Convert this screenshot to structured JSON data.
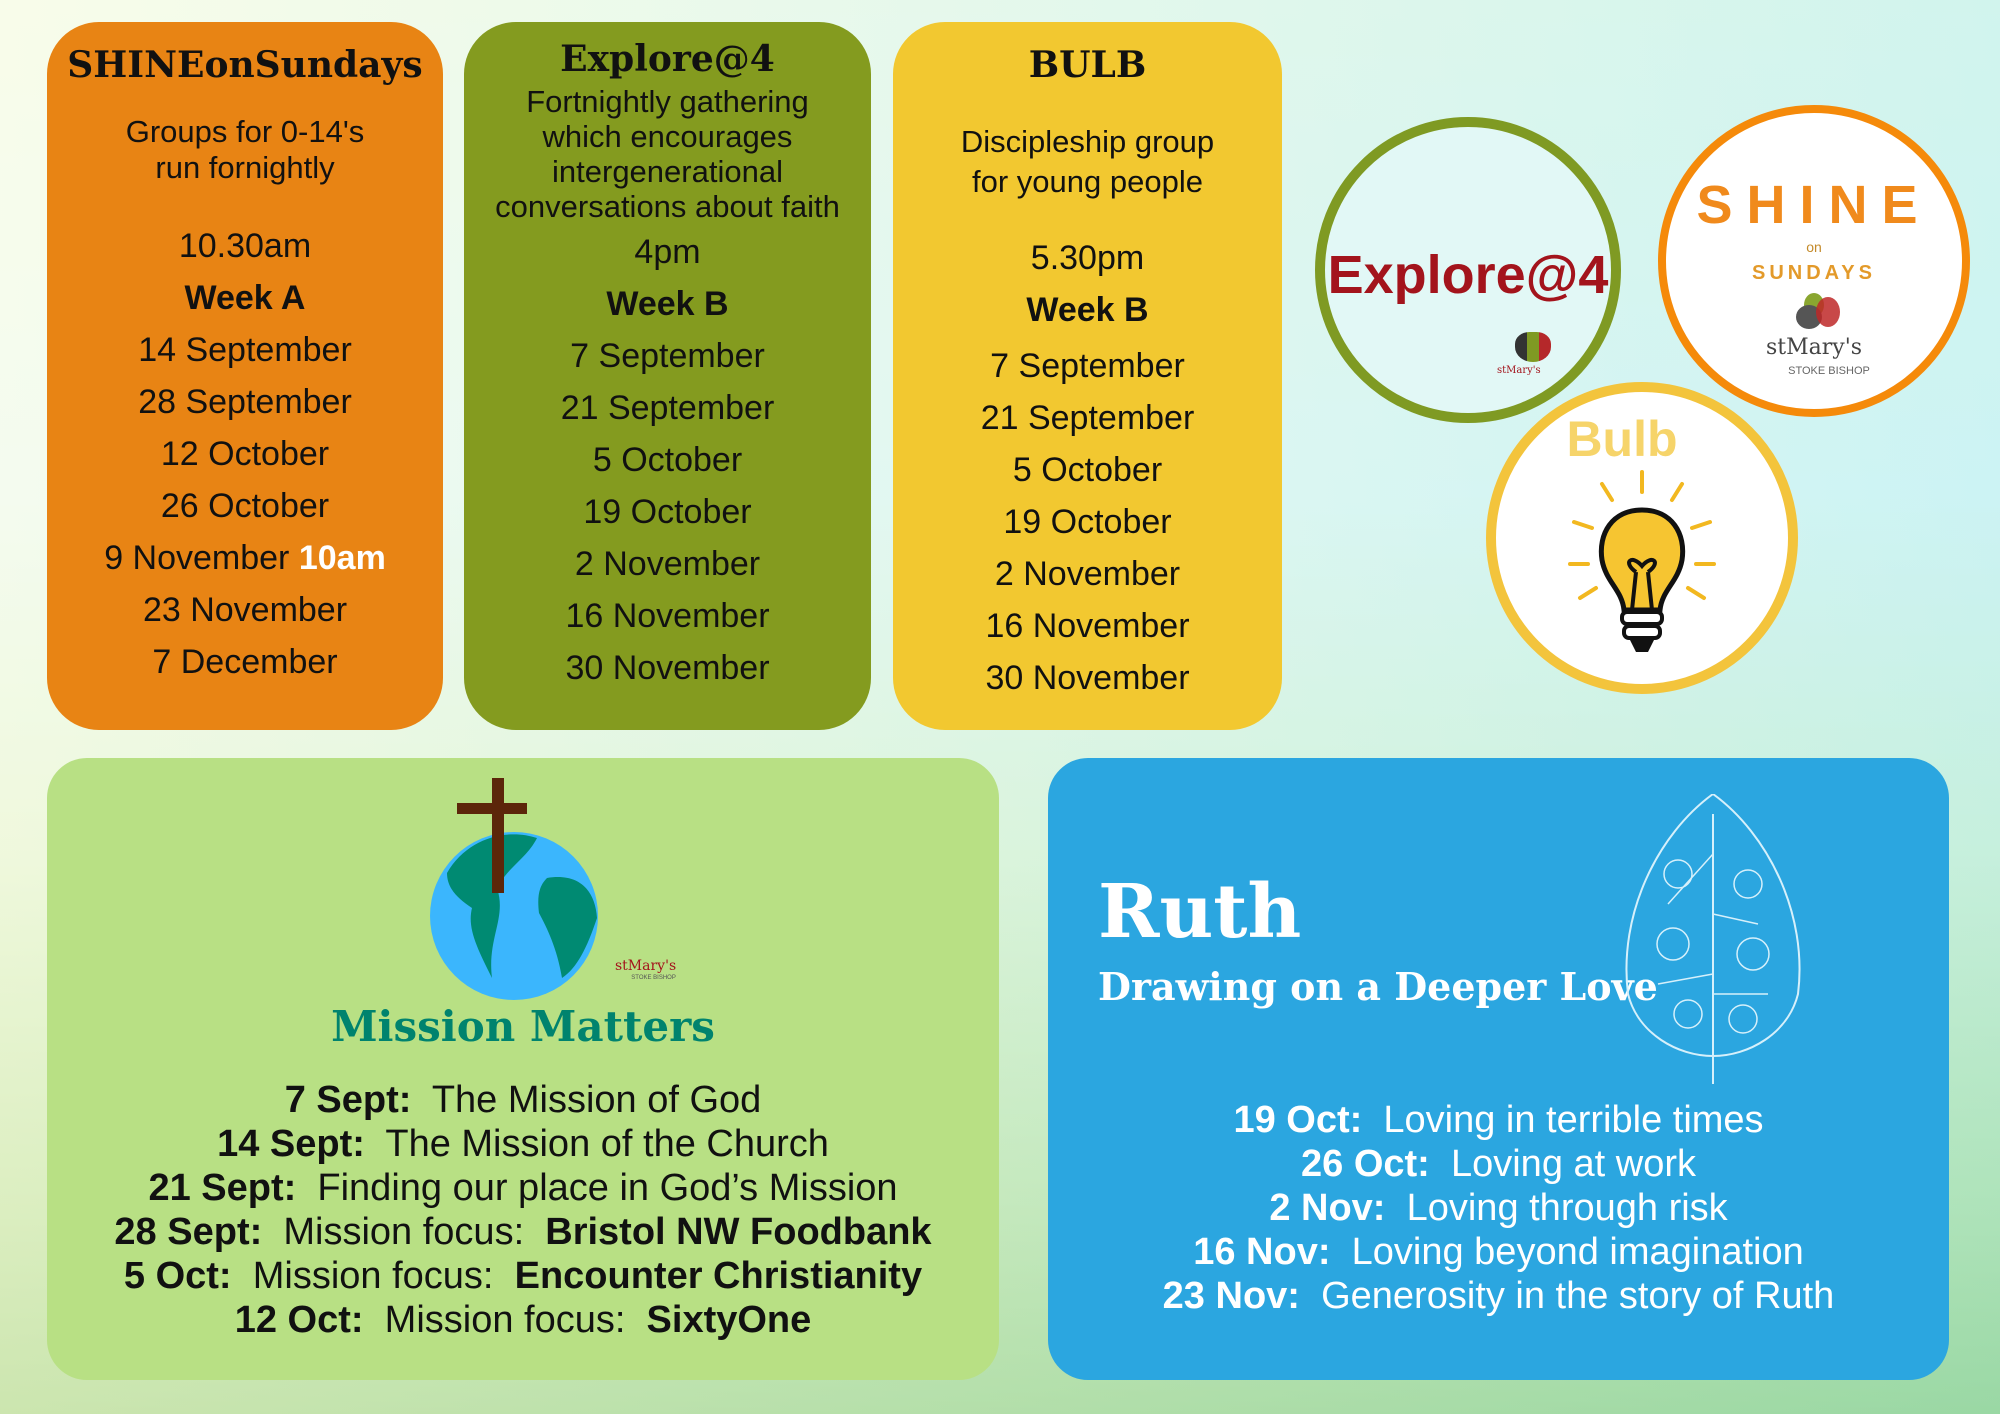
{
  "shine": {
    "title": "SHINEonSundays",
    "desc": [
      "Groups for 0-14's",
      "run fornightly"
    ],
    "time": "10.30am",
    "week": "Week A",
    "dates": [
      "14 September",
      "28 September",
      "12 October",
      "26 October",
      "9 November",
      "23 November",
      "7 December"
    ],
    "highlight": "10am"
  },
  "explore": {
    "title": "Explore@4",
    "desc": [
      "Fortnightly gathering",
      "which encourages",
      "intergenerational",
      "conversations about faith"
    ],
    "time": "4pm",
    "week": "Week B",
    "dates": [
      "7 September",
      "21 September",
      "5 October",
      "19 October",
      "2 November",
      "16 November",
      "30 November"
    ]
  },
  "bulb": {
    "title": "BULB",
    "desc": [
      "Discipleship group",
      "for young people"
    ],
    "time": "5.30pm",
    "week": "Week B",
    "dates": [
      "7 September",
      "21 September",
      "5 October",
      "19 October",
      "2 November",
      "16 November",
      "30 November"
    ]
  },
  "logos": {
    "explore": "Explore@4",
    "shine_word": "SHINE",
    "shine_on": "on",
    "shine_sundays": "SUNDAYS",
    "bulb": "Bulb",
    "church": "stMary's",
    "church_sub": "STOKE BISHOP"
  },
  "mission": {
    "title": "Mission Matters",
    "items": [
      {
        "date": "7 Sept:",
        "text": "The Mission of God",
        "focus": ""
      },
      {
        "date": "14 Sept:",
        "text": "The Mission of the Church",
        "focus": ""
      },
      {
        "date": "21 Sept:",
        "text": "Finding our place in God’s Mission",
        "focus": ""
      },
      {
        "date": "28 Sept:",
        "text": "Mission focus:",
        "focus": "Bristol NW Foodbank"
      },
      {
        "date": "5 Oct:",
        "text": "Mission focus:",
        "focus": "Encounter Christianity"
      },
      {
        "date": "12 Oct:",
        "text": "Mission focus:",
        "focus": "SixtyOne"
      }
    ]
  },
  "ruth": {
    "title": "Ruth",
    "subtitle": "Drawing on a Deeper Love",
    "items": [
      {
        "date": "19 Oct:",
        "text": "Loving in terrible times"
      },
      {
        "date": "26 Oct:",
        "text": "Loving at work"
      },
      {
        "date": "2 Nov:",
        "text": "Loving through risk"
      },
      {
        "date": "16 Nov:",
        "text": "Loving beyond imagination"
      },
      {
        "date": "23 Nov:",
        "text": "Generosity in the story of Ruth"
      }
    ]
  }
}
